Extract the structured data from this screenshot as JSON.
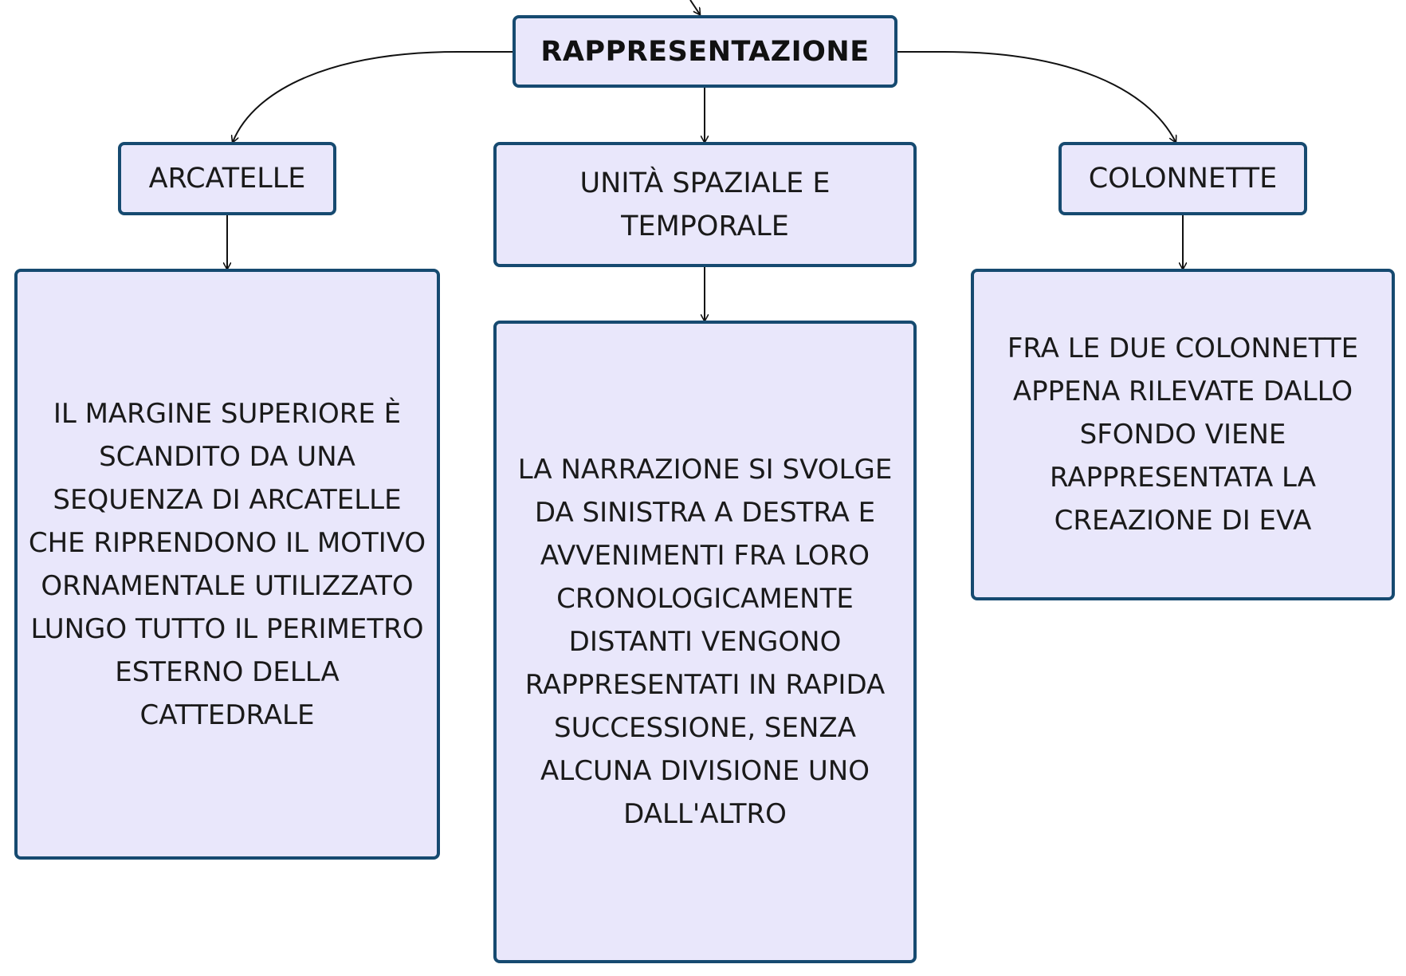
{
  "diagram": {
    "root": {
      "label": "RAPPRESENTAZIONE"
    },
    "branches": [
      {
        "title": "ARCATELLE",
        "text": "IL MARGINE SUPERIORE È SCANDITO DA UNA SEQUENZA DI ARCATELLE CHE RIPRENDONO IL MOTIVO ORNAMENTALE UTILIZZATO LUNGO TUTTO IL PERIMETRO ESTERNO DELLA CATTEDRALE"
      },
      {
        "title": "UNITÀ SPAZIALE E TEMPORALE",
        "text": "LA NARRAZIONE SI SVOLGE DA SINISTRA A DESTRA E AVVENIMENTI FRA LORO CRONOLOGICAMENTE DISTANTI VENGONO RAPPRESENTATI IN RAPIDA SUCCESSIONE, SENZA ALCUNA DIVISIONE UNO DALL'ALTRO"
      },
      {
        "title": "COLONNETTE",
        "text": "FRA LE DUE COLONNETTE APPENA RILEVATE DALLO SFONDO VIENE RAPPRESENTATA LA CREAZIONE DI EVA"
      }
    ]
  },
  "colors": {
    "node_fill": "#e9e7fb",
    "node_border": "#164a70",
    "connector": "#111111"
  }
}
